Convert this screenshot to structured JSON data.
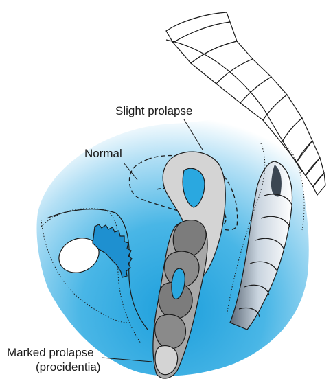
{
  "labels": {
    "slight": "Slight prolapse",
    "normal": "Normal",
    "marked_line1": "Marked prolapse",
    "marked_line2": "(procidentia)"
  },
  "colors": {
    "tissue_blue": "#2aa8e0",
    "pale_gray": "#d4d4d4",
    "mid_gray": "#a8a8a8",
    "dark_gray": "#7c7c7c",
    "outline": "#1a1a1a"
  }
}
